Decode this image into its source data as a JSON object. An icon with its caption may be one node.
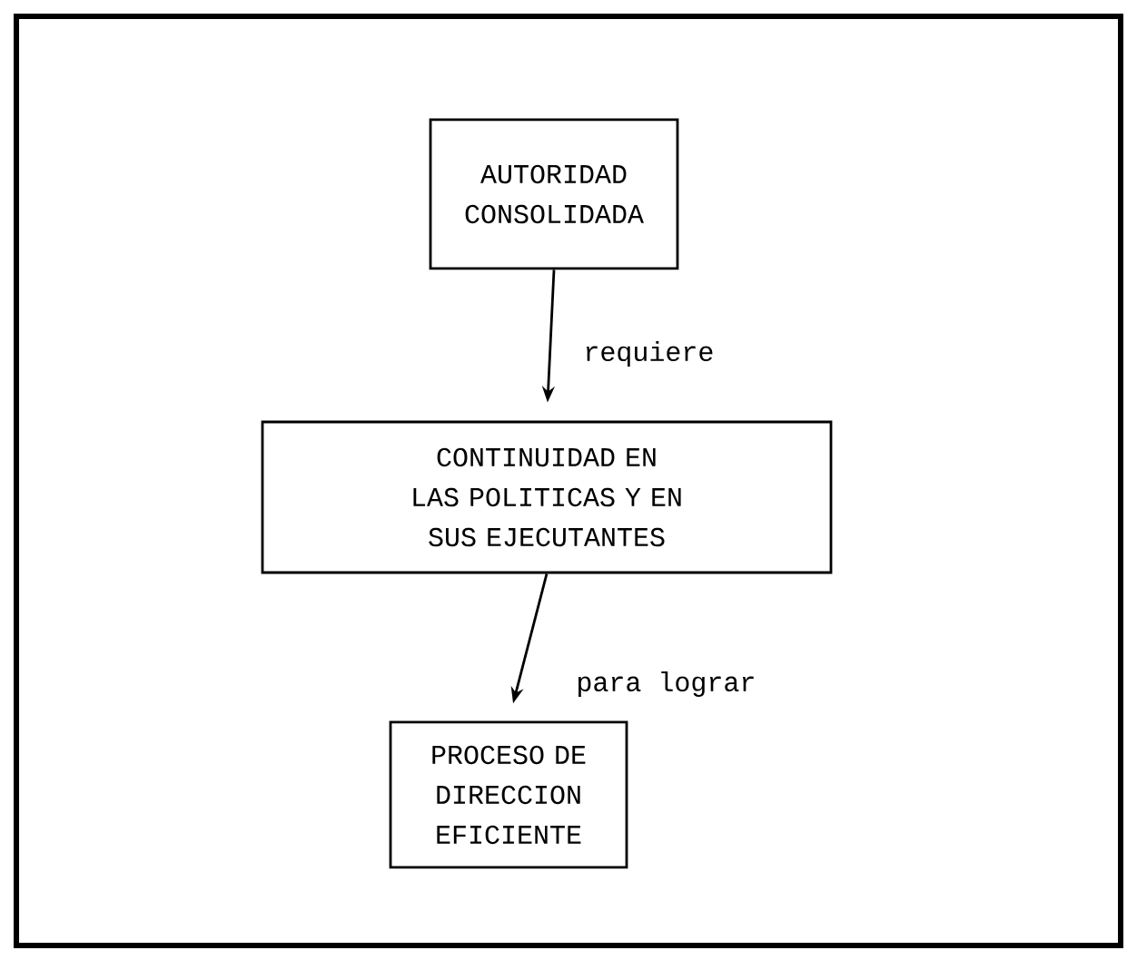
{
  "diagram": {
    "nodes": [
      {
        "text": [
          "AUTORIDAD CONSOLIDADA"
        ]
      },
      {
        "text": [
          "CONTINUIDAD EN LAS POLITICAS Y EN SUS EJECUTANTES"
        ]
      },
      {
        "text": [
          "PROCESO DE DIRECCION EFICIENTE"
        ]
      }
    ],
    "edges": [
      {
        "from": 0,
        "to": 1,
        "arrow": "to",
        "label": "requiere"
      },
      {
        "from": 1,
        "to": 2,
        "arrow": "to",
        "label": "para lograr"
      }
    ]
  }
}
